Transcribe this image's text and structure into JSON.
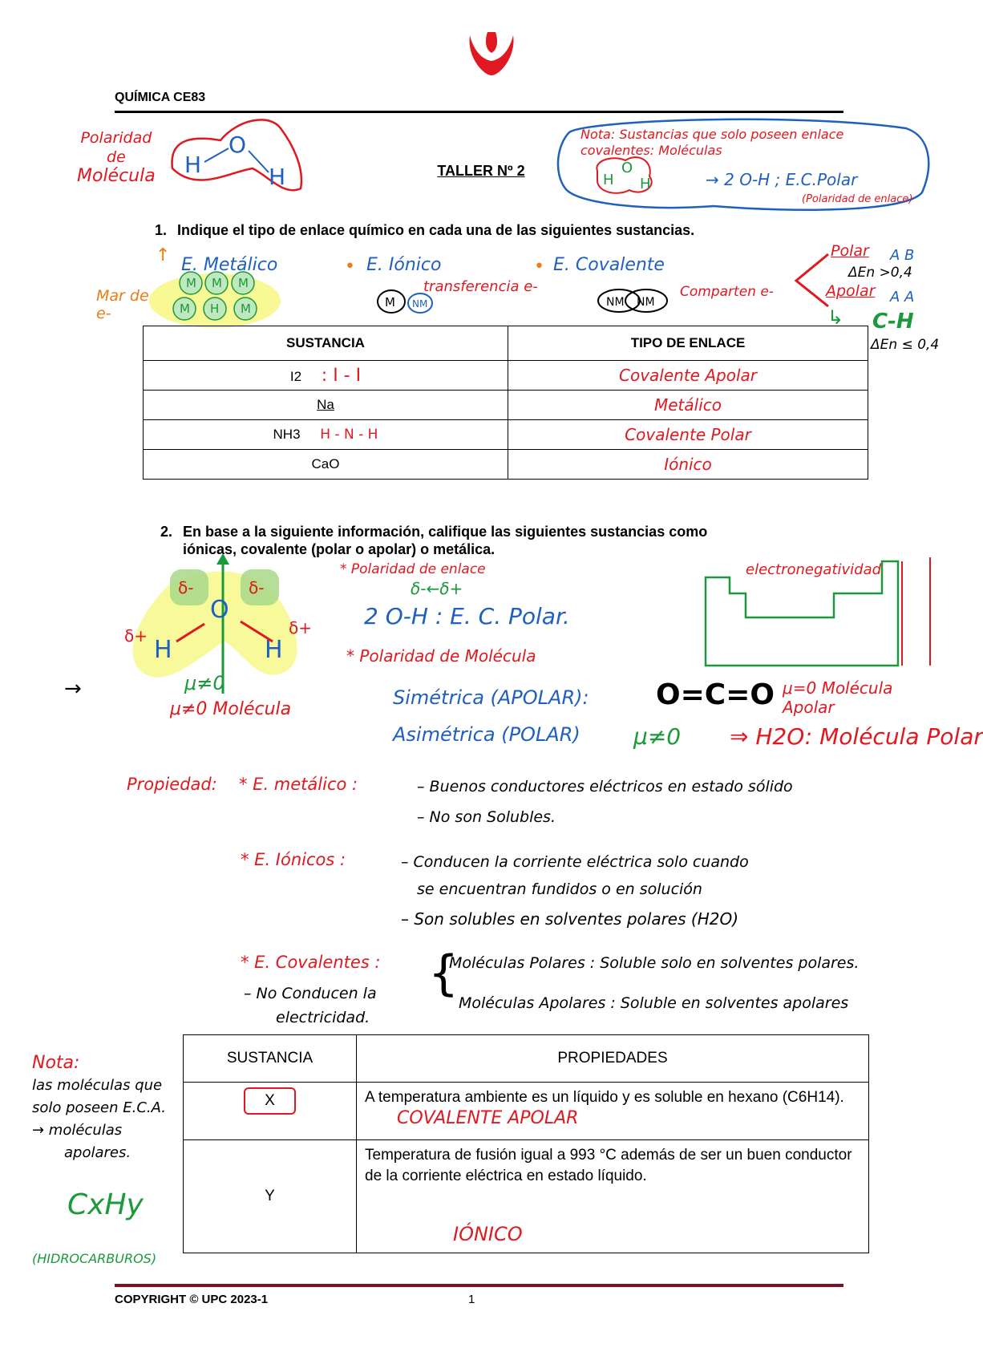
{
  "header": {
    "course": "QUÍMICA CE83",
    "title": "TALLER Nº 2",
    "logo_colors": {
      "red": "#e0181f"
    }
  },
  "q1": {
    "number": "1.",
    "text": "Indique el tipo de enlace químico en cada una de las siguientes sustancias.",
    "table": {
      "headers": [
        "SUSTANCIA",
        "TIPO DE ENLACE"
      ],
      "rows": [
        {
          "substance": "I2",
          "answer": "Covalente Apolar",
          "note": ": I - I"
        },
        {
          "substance": "Na",
          "answer": "Metálico",
          "note": ""
        },
        {
          "substance": "NH3",
          "answer": "Covalente Polar",
          "note": "H - N - H"
        },
        {
          "substance": "CaO",
          "answer": "Iónico",
          "note": ""
        }
      ]
    },
    "annotations": {
      "polaridad": [
        "Polaridad",
        "de",
        "Molécula"
      ],
      "nota": "Nota: Sustancias que solo poseen enlace covalentes: Moléculas",
      "nota_b": "→ 2 O-H ; E.C.Polar",
      "nota_c": "(Polaridad de enlace)",
      "e_metalico": "E. Metálico",
      "e_ionico": "E. Iónico",
      "e_covalente": "E. Covalente",
      "mar": "Mar de e-",
      "transferencia": "transferencia e-",
      "comparten": "Comparten e-",
      "polar": "Polar",
      "delta_polar": "ΔEn >0,4",
      "apolar": "Apolar",
      "ch": "C-H",
      "delta_apolar": "ΔEn ≤ 0,4",
      "ab": "A B",
      "aa": "A A"
    }
  },
  "q2": {
    "number": "2.",
    "text_line1": "En base a la siguiente información, califique las siguientes sustancias como",
    "text_line2": "iónicas, covalente (polar o apolar) o metálica.",
    "annotations": {
      "polaridad_enlace": "* Polaridad de enlace",
      "oh": "2 O-H : E. C. Polar.",
      "polaridad_molecula": "* Polaridad de Molécula",
      "simetrica": "Simétrica (APOLAR):",
      "oco": "O=C=O",
      "mu_zero": "μ=0 Molécula Apolar",
      "asimetrica": "Asimétrica (POLAR)",
      "mu_not": "μ≠0",
      "h2o": "⇒ H2O: Molécula Polar",
      "mu_molecula": "μ≠0 Molécula",
      "electroneg": "electronegatividad",
      "propiedad": "Propiedad:",
      "metalico": "* E. metálico :",
      "met1": "– Buenos conductores eléctricos en estado sólido",
      "met2": "– No son Solubles.",
      "ionico": "* E. Iónicos :",
      "ion1": "– Conducen la corriente eléctrica solo cuando",
      "ion2": "se encuentran fundidos o en solución",
      "ion3": "– Son solubles en solventes polares (H2O)",
      "covalentes": "* E. Covalentes :",
      "cov_a": "– No Conducen la",
      "cov_b": "electricidad.",
      "cov1": "Moléculas Polares : Soluble solo en solventes polares.",
      "cov2": "Moléculas Apolares : Soluble en solventes apolares"
    },
    "table": {
      "headers": [
        "SUSTANCIA",
        "PROPIEDADES"
      ],
      "rows": [
        {
          "substance": "X",
          "text": "A temperatura ambiente es un líquido y es soluble en hexano (C6H14).",
          "answer": "COVALENTE APOLAR"
        },
        {
          "substance": "Y",
          "text": "Temperatura de fusión igual a 993 °C además de ser un buen conductor de la corriente eléctrica en estado líquido.",
          "answer": "IÓNICO"
        }
      ]
    },
    "side_note": {
      "l1": "Nota:",
      "l2": "las moléculas que",
      "l3": "solo poseen E.C.A.",
      "l4": "→ moléculas",
      "l5": "apolares.",
      "formula": "CxHy",
      "hidro": "(HIDROCARBUROS)"
    }
  },
  "footer": {
    "copyright": "COPYRIGHT © UPC 2023-1",
    "page": "1"
  }
}
